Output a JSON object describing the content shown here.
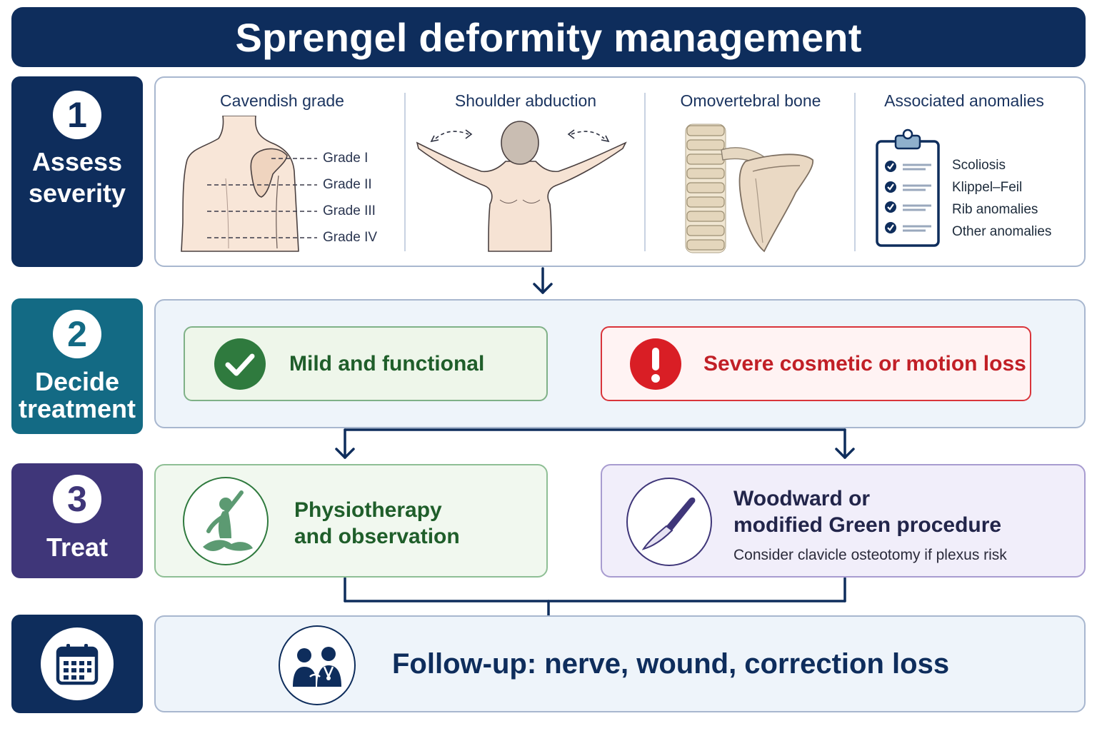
{
  "title": "Sprengel deformity management",
  "steps": [
    {
      "number": "1",
      "label_line1": "Assess",
      "label_line2": "severity"
    },
    {
      "number": "2",
      "label_line1": "Decide",
      "label_line2": "treatment"
    },
    {
      "number": "3",
      "label_line1": "Treat"
    }
  ],
  "assess": {
    "cavendish": {
      "title": "Cavendish grade",
      "grades": [
        "Grade I",
        "Grade II",
        "Grade III",
        "Grade IV"
      ]
    },
    "abduction": {
      "title": "Shoulder abduction"
    },
    "omovertebral": {
      "title": "Omovertebral bone"
    },
    "anomalies": {
      "title": "Associated anomalies",
      "items": [
        "Scoliosis",
        "Klippel–Feil",
        "Rib anomalies",
        "Other anomalies"
      ]
    }
  },
  "decide": {
    "mild": "Mild and functional",
    "severe": "Severe cosmetic or motion loss"
  },
  "treat": {
    "conservative": {
      "line1": "Physiotherapy",
      "line2": "and observation"
    },
    "surgical": {
      "line1": "Woodward or",
      "line2": "modified Green procedure",
      "note": "Consider clavicle osteotomy if plexus risk"
    }
  },
  "followup": "Follow-up: nerve, wound, correction loss",
  "colors": {
    "navy": "#0e2d5c",
    "teal": "#136a84",
    "purple": "#3f3679",
    "green": "#2f7a3e",
    "red": "#d91e25",
    "lavender": "#f1eefa",
    "light_blue": "#eef4fa"
  }
}
